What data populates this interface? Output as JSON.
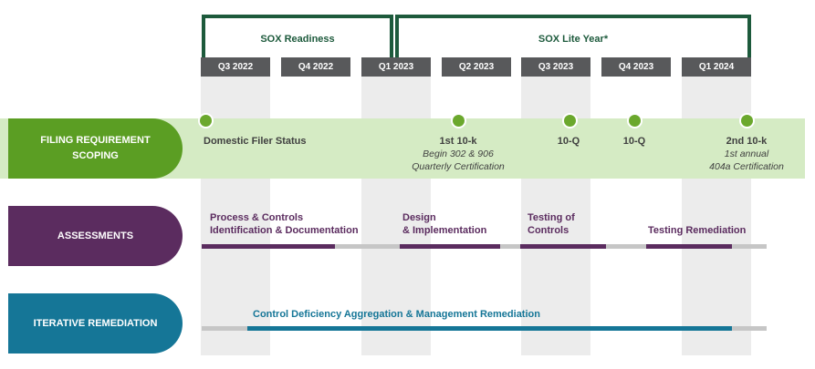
{
  "brackets": {
    "sox_readiness": "SOX Readiness",
    "sox_lite_year": "SOX Lite Year*"
  },
  "quarters": [
    "Q3 2022",
    "Q4 2022",
    "Q1 2023",
    "Q2 2023",
    "Q3 2023",
    "Q4 2023",
    "Q1 2024"
  ],
  "lanes": {
    "filing": {
      "label_line1": "FILING REQUIREMENT",
      "label_line2": "SCOPING",
      "color": "#5b9e23",
      "band_color": "#d5ebc4",
      "milestones": [
        {
          "title": "Domestic Filer Status",
          "sub1": "",
          "sub2": ""
        },
        {
          "title": "1st 10-k",
          "sub1": "Begin 302 & 906",
          "sub2": "Quarterly Certification"
        },
        {
          "title": "10-Q",
          "sub1": "",
          "sub2": ""
        },
        {
          "title": "10-Q",
          "sub1": "",
          "sub2": ""
        },
        {
          "title": "2nd 10-k",
          "sub1": "1st annual",
          "sub2": "404a Certification"
        }
      ]
    },
    "assessments": {
      "label": "ASSESSMENTS",
      "color": "#5b2c5f",
      "phases": [
        {
          "line1": "Process & Controls",
          "line2": "Identification & Documentation"
        },
        {
          "line1": "Design",
          "line2": "& Implementation"
        },
        {
          "line1": "Testing of",
          "line2": "Controls"
        },
        {
          "line1": "Testing Remediation",
          "line2": ""
        }
      ]
    },
    "remediation": {
      "label": "ITERATIVE REMEDIATION",
      "color": "#157697",
      "phase": "Control Deficiency Aggregation & Management Remediation"
    }
  },
  "colors": {
    "bracket": "#1d5a3c",
    "quarter_header": "#58595b",
    "column_band": "#ececec",
    "track": "#c6c6c6"
  }
}
